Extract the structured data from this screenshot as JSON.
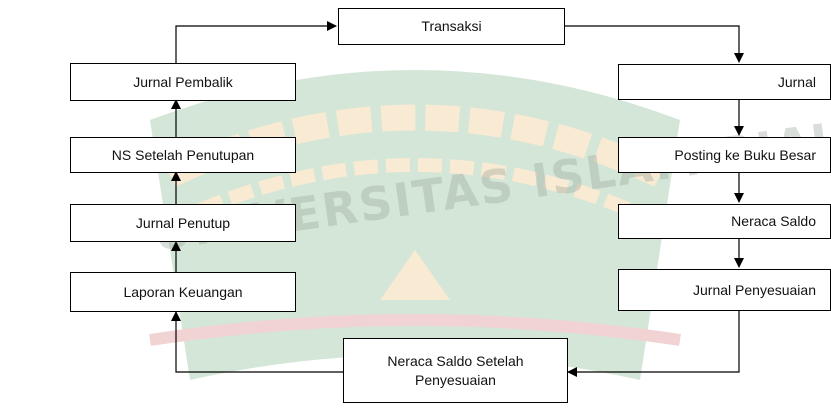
{
  "diagram": {
    "nodes": {
      "transaksi": "Transaksi",
      "jurnal": "Jurnal",
      "posting": "Posting ke Buku Besar",
      "neraca_saldo": "Neraca Saldo",
      "jurnal_penyesuaian": "Jurnal Penyesuaian",
      "neraca_saldo_setelah_line1": "Neraca Saldo Setelah",
      "neraca_saldo_setelah_line2": "Penyesuaian",
      "laporan_keuangan": "Laporan Keuangan",
      "jurnal_penutup": "Jurnal Penutup",
      "ns_setelah_penutupan": "NS Setelah Penutupan",
      "jurnal_pembalik": "Jurnal Pembalik"
    },
    "edges": [
      [
        "transaksi",
        "jurnal"
      ],
      [
        "jurnal",
        "posting"
      ],
      [
        "posting",
        "neraca_saldo"
      ],
      [
        "neraca_saldo",
        "jurnal_penyesuaian"
      ],
      [
        "jurnal_penyesuaian",
        "neraca_saldo_setelah"
      ],
      [
        "neraca_saldo_setelah",
        "laporan_keuangan"
      ],
      [
        "laporan_keuangan",
        "jurnal_penutup"
      ],
      [
        "jurnal_penutup",
        "ns_setelah_penutupan"
      ],
      [
        "ns_setelah_penutupan",
        "jurnal_pembalik"
      ],
      [
        "jurnal_pembalik",
        "transaksi"
      ]
    ]
  },
  "watermark": {
    "text": "UNIVERSITAS ISLAM RIAU",
    "colors": [
      "#d9a23a",
      "#3f8f4c",
      "#c23a3a"
    ]
  }
}
